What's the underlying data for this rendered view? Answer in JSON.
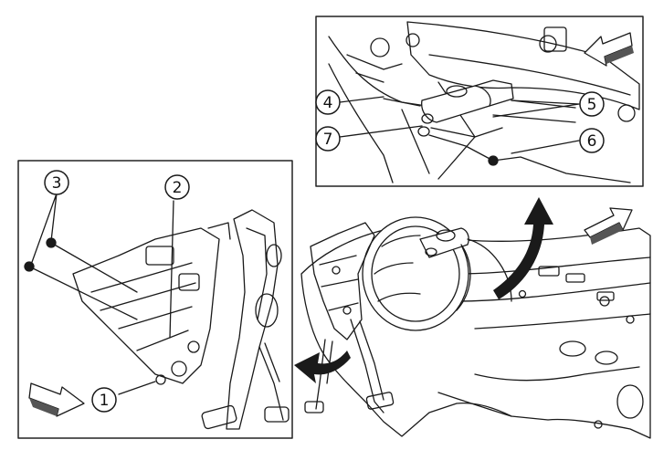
{
  "diagram": {
    "colors": {
      "line": "#1a1a1a",
      "shade": "#d8d8d8",
      "panel_border": "#222222",
      "background": "#ffffff"
    },
    "panels": [
      {
        "id": "left-inset",
        "name": "brake-pedal-assembly-inset"
      },
      {
        "id": "top-inset",
        "name": "master-cylinder-inset"
      },
      {
        "id": "main",
        "name": "dash-panel-assembly-view"
      }
    ],
    "callouts": [
      {
        "id": "callout-1",
        "label": "1"
      },
      {
        "id": "callout-2",
        "label": "2"
      },
      {
        "id": "callout-3",
        "label": "3"
      },
      {
        "id": "callout-4",
        "label": "4"
      },
      {
        "id": "callout-5",
        "label": "5"
      },
      {
        "id": "callout-6",
        "label": "6"
      },
      {
        "id": "callout-7",
        "label": "7"
      }
    ],
    "arrows": [
      {
        "id": "forward-arrow-left-inset",
        "icon": "direction-arrow-icon"
      },
      {
        "id": "forward-arrow-top-inset",
        "icon": "direction-arrow-icon"
      },
      {
        "id": "forward-arrow-main",
        "icon": "direction-arrow-icon"
      },
      {
        "id": "removal-arrow-up",
        "icon": "curved-arrow-icon"
      },
      {
        "id": "removal-arrow-down",
        "icon": "curved-arrow-icon"
      }
    ]
  }
}
